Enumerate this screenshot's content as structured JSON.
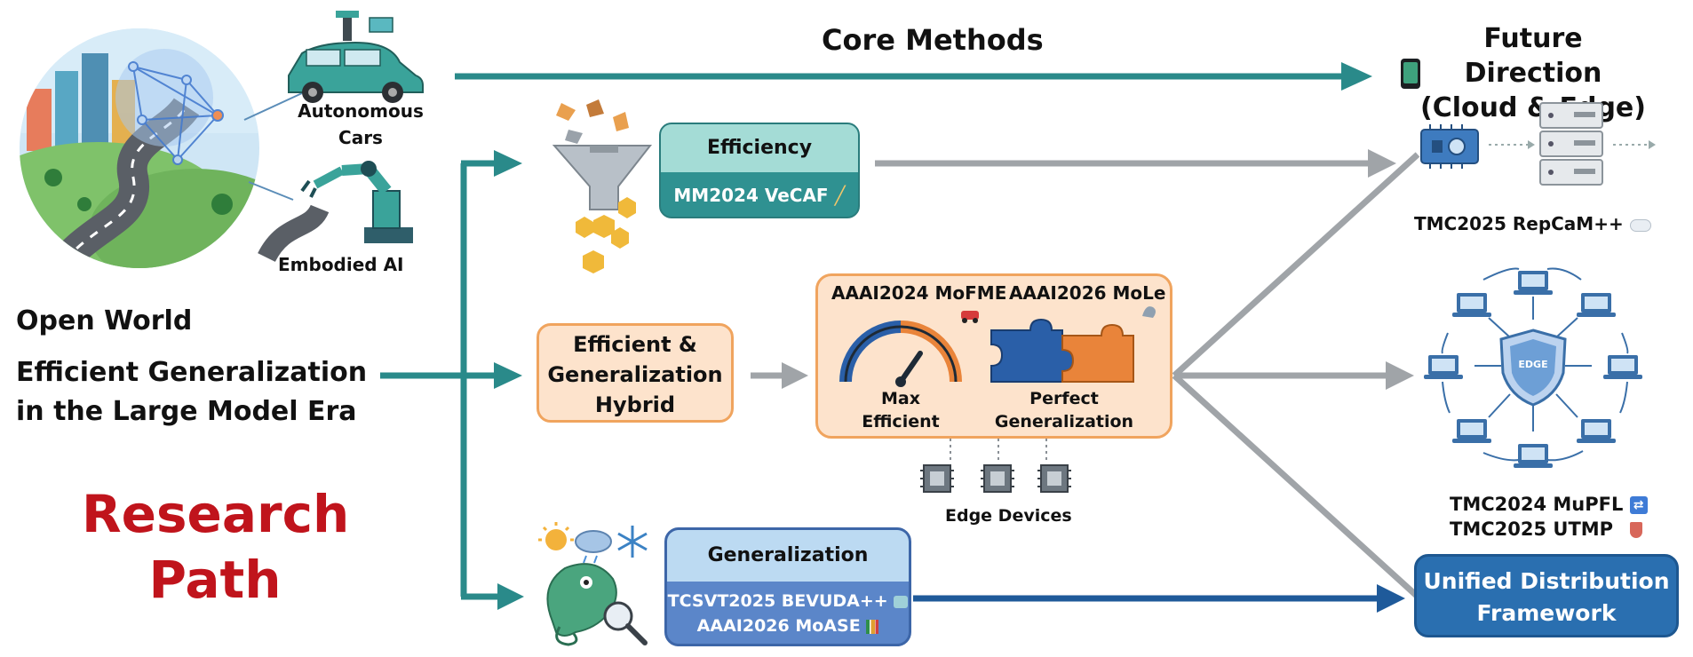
{
  "header": {
    "core_methods": "Core Methods",
    "future_direction_line1": "Future Direction",
    "future_direction_line2": "(Cloud & Edge)"
  },
  "left": {
    "autonomous_line1": "Autonomous",
    "autonomous_line2": "Cars",
    "embodied": "Embodied AI",
    "open_world": "Open World",
    "efficient_line1": "Efficient Generalization",
    "efficient_line2": "in the Large Model Era",
    "research_line1": "Research",
    "research_line2": "Path"
  },
  "efficiency": {
    "title": "Efficiency",
    "paper": "MM2024 VeCAF"
  },
  "hybrid": {
    "line1": "Efficient &",
    "line2": "Generalization",
    "line3": "Hybrid"
  },
  "center_box": {
    "left_paper": "AAAI2024 MoFME",
    "right_paper": "AAAI2026 MoLe",
    "left_label_line1": "Max",
    "left_label_line2": "Efficient",
    "right_label_line1": "Perfect",
    "right_label_line2": "Generalization",
    "edge_devices": "Edge Devices"
  },
  "generalization": {
    "title": "Generalization",
    "paper1": "TCSVT2025 BEVUDA++",
    "paper2": "AAAI2026 MoASE"
  },
  "right": {
    "repcam": "TMC2025 RepCaM++",
    "mupfl": "TMC2024 MuPFL",
    "utmp": "TMC2025 UTMP",
    "shield_label": "EDGE",
    "unified_line1": "Unified Distribution",
    "unified_line2": "Framework"
  },
  "colors": {
    "teal": "#2a8a8a",
    "gray_arrow": "#a0a4a8",
    "navy_arrow": "#1f5a9a",
    "research_red": "#c0141c",
    "unified_blue": "#2a6fb0"
  }
}
